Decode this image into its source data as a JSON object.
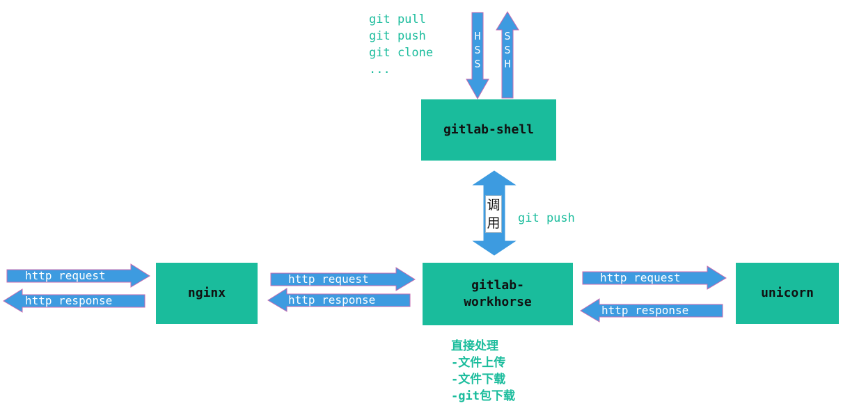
{
  "colors": {
    "box_fill": "#1abc9c",
    "arrow_fill": "#3d9be0",
    "arrow_stroke": "#c66bb0",
    "note_text": "#1abc9c"
  },
  "nodes": {
    "gitlab_shell": "gitlab-shell",
    "gitlab_workhorse_line1": "gitlab-",
    "gitlab_workhorse_line2": "workhorse",
    "nginx": "nginx",
    "unicorn": "unicorn"
  },
  "git_commands": {
    "pull": "git pull",
    "push": "git push",
    "clone": "git clone",
    "more": "..."
  },
  "ssh_labels": {
    "down": "HSS",
    "up": "SSH"
  },
  "call_arrow": {
    "label_char1": "调",
    "label_char2": "用",
    "side_note": "git push"
  },
  "edges": {
    "client_nginx_request": "http request",
    "client_nginx_response": "http response",
    "nginx_workhorse_request": "http request",
    "nginx_workhorse_response": "http response",
    "workhorse_unicorn_request": "http request",
    "workhorse_unicorn_response": "http response"
  },
  "direct_handling": {
    "title": "直接处理",
    "item1": "-文件上传",
    "item2": "-文件下载",
    "item3": "-git包下载"
  }
}
